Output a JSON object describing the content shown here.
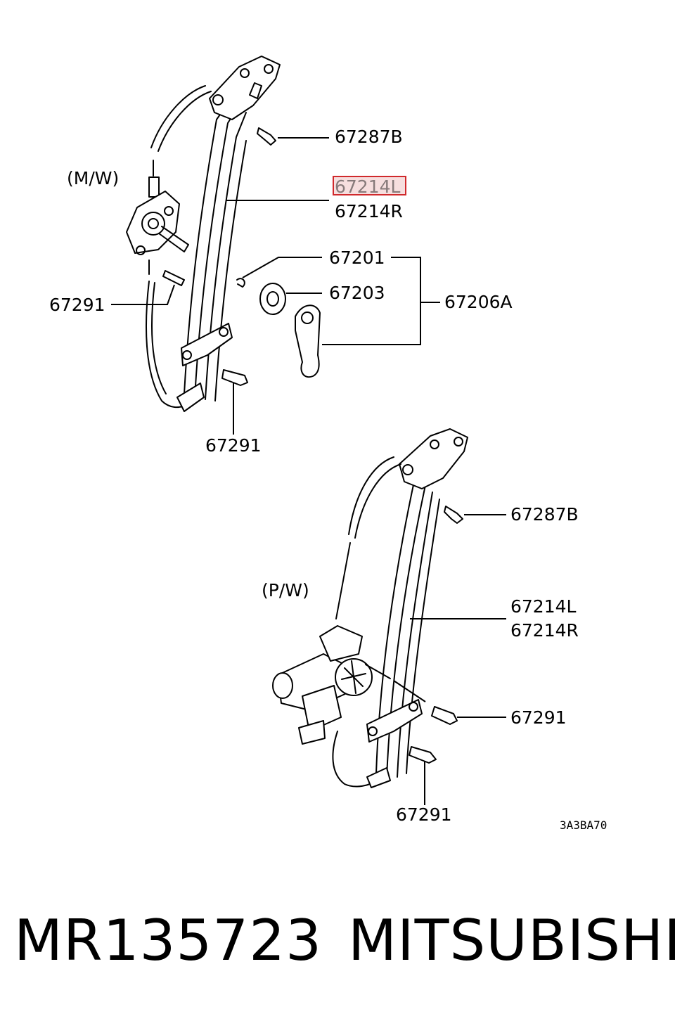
{
  "diagram": {
    "manual_variant_label": "(M/W)",
    "power_variant_label": "(P/W)",
    "drawing_code": "3A3BA70",
    "manual_callouts": {
      "screw_top": "67287B",
      "regulator_left": "67214L",
      "regulator_right": "67214R",
      "clip": "67201",
      "escutcheon": "67203",
      "handle_set": "67206A",
      "bolt_left": "67291",
      "bolt_bottom": "67291"
    },
    "power_callouts": {
      "screw_top": "67287B",
      "regulator_left": "67214L",
      "regulator_right": "67214R",
      "bolt_right": "67291",
      "bolt_bottom": "67291"
    },
    "highlighted_part": "67214L",
    "highlight_color": "#d0292c"
  },
  "caption": {
    "part_number": "MR135723",
    "brand": "MITSUBISHI"
  }
}
